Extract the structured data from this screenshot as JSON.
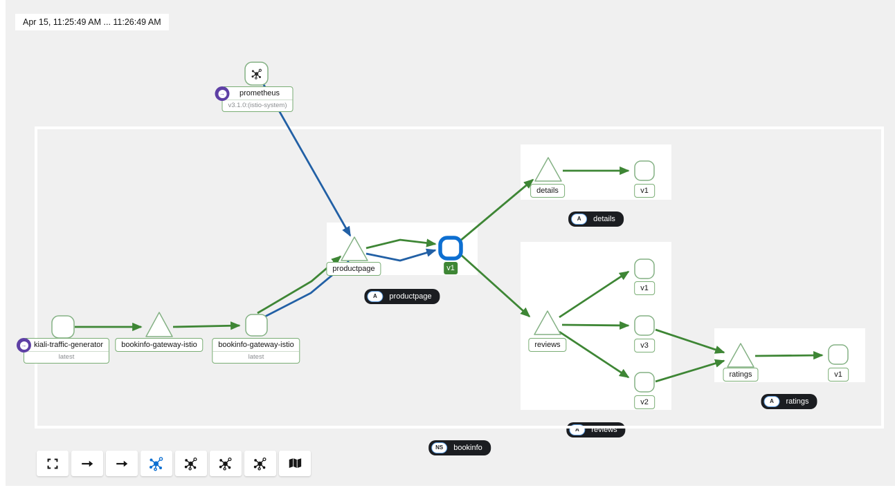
{
  "time_range_label": "Apr 15, 11:25:49 AM ... 11:26:49 AM",
  "colors": {
    "canvas_bg": "#f0f0f0",
    "edge_http_green": "#3e8635",
    "edge_tcp_blue": "#2260a5",
    "node_border_green": "#84b184",
    "selected_node_blue": "#0d6fd1",
    "version_badge_green": "#3e8635",
    "root_badge_purple": "#5e40a5",
    "box_badge_bg": "#1b1d21",
    "toolbar_active_blue": "#0d6fd1"
  },
  "graph": {
    "namespace_badge": {
      "abbr": "NS",
      "label": "bookinfo"
    },
    "nodes": {
      "prometheus": {
        "title": "prometheus",
        "subtitle": "v3.1.0:(istio-system)"
      },
      "traffic_generator": {
        "title": "kiali-traffic-generator",
        "subtitle": "latest"
      },
      "gateway_service": {
        "title": "bookinfo-gateway-istio"
      },
      "gateway_workload": {
        "title": "bookinfo-gateway-istio",
        "subtitle": "latest"
      },
      "productpage_service": {
        "title": "productpage"
      },
      "productpage_v1": {
        "version": "v1",
        "selected": true
      },
      "details_service": {
        "title": "details"
      },
      "details_v1": {
        "version": "v1"
      },
      "reviews_service": {
        "title": "reviews"
      },
      "reviews_v1": {
        "version": "v1"
      },
      "reviews_v3": {
        "version": "v3"
      },
      "reviews_v2": {
        "version": "v2"
      },
      "ratings_service": {
        "title": "ratings"
      },
      "ratings_v1": {
        "version": "v1"
      }
    },
    "app_badges": {
      "details": {
        "abbr": "A",
        "label": "details"
      },
      "productpage": {
        "abbr": "A",
        "label": "productpage"
      },
      "reviews": {
        "abbr": "A",
        "label": "reviews"
      },
      "ratings": {
        "abbr": "A",
        "label": "ratings"
      }
    },
    "edges": [
      {
        "from": "kiali-traffic-generator",
        "to": "bookinfo-gateway-istio (service)",
        "protocol": "green"
      },
      {
        "from": "bookinfo-gateway-istio (service)",
        "to": "bookinfo-gateway-istio (workload)",
        "protocol": "green"
      },
      {
        "from": "bookinfo-gateway-istio (workload)",
        "to": "productpage (service)",
        "protocol": "green"
      },
      {
        "from": "bookinfo-gateway-istio (workload)",
        "to": "productpage (service)",
        "protocol": "blue"
      },
      {
        "from": "prometheus",
        "to": "productpage (service)",
        "protocol": "blue"
      },
      {
        "from": "productpage (service)",
        "to": "productpage v1",
        "protocol": "green"
      },
      {
        "from": "productpage (service)",
        "to": "productpage v1",
        "protocol": "blue"
      },
      {
        "from": "productpage v1",
        "to": "details (service)",
        "protocol": "green"
      },
      {
        "from": "details (service)",
        "to": "details v1",
        "protocol": "green"
      },
      {
        "from": "productpage v1",
        "to": "reviews (service)",
        "protocol": "green"
      },
      {
        "from": "reviews (service)",
        "to": "reviews v1",
        "protocol": "green"
      },
      {
        "from": "reviews (service)",
        "to": "reviews v3",
        "protocol": "green"
      },
      {
        "from": "reviews (service)",
        "to": "reviews v2",
        "protocol": "green"
      },
      {
        "from": "reviews v3",
        "to": "ratings (service)",
        "protocol": "green"
      },
      {
        "from": "reviews v2",
        "to": "ratings (service)",
        "protocol": "green"
      },
      {
        "from": "ratings (service)",
        "to": "ratings v1",
        "protocol": "green"
      }
    ]
  },
  "toolbar": {
    "buttons": [
      {
        "name": "fit-to-screen",
        "icon": "expand-icon",
        "active": false
      },
      {
        "name": "arrow-option-1",
        "icon": "arrow-right-icon",
        "active": false
      },
      {
        "name": "arrow-option-2",
        "icon": "arrow-right-icon",
        "active": false
      },
      {
        "name": "layout-option-1",
        "icon": "topology-icon",
        "active": true
      },
      {
        "name": "layout-option-2",
        "icon": "topology-icon",
        "active": false
      },
      {
        "name": "layout-option-3",
        "icon": "topology-icon",
        "active": false
      },
      {
        "name": "layout-option-4",
        "icon": "topology-icon",
        "active": false
      },
      {
        "name": "minimap-toggle",
        "icon": "map-icon",
        "active": false
      }
    ]
  }
}
